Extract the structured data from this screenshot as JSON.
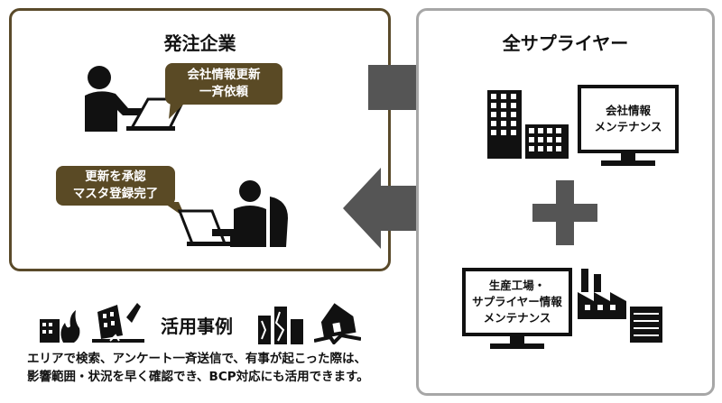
{
  "left_panel": {
    "title": "発注企業"
  },
  "right_panel": {
    "title": "全サプライヤー"
  },
  "request_bubble": {
    "lines": [
      "会社情報更新",
      "一斉依頼"
    ]
  },
  "approve_bubble": {
    "lines": [
      "更新を承認",
      "マスタ登録完了"
    ]
  },
  "maintenance_monitor": {
    "lines": [
      "会社情報",
      "メンテナンス"
    ]
  },
  "factory_monitor": {
    "lines": [
      "生産工場・",
      "サプライヤー情報",
      "メンテナンス"
    ]
  },
  "use_cases": {
    "title": "活用事例",
    "description_lines": [
      "エリアで検索、アンケート一斉送信で、有事が起こった際は、",
      "影響範囲・状況を早く確認でき、BCP対応にも活用できます。"
    ]
  },
  "colors": {
    "brown": "#5a4a25",
    "left_border": "#5a4a2a",
    "right_border": "#a7a7a7",
    "arrow": "#555555",
    "black": "#111111"
  }
}
